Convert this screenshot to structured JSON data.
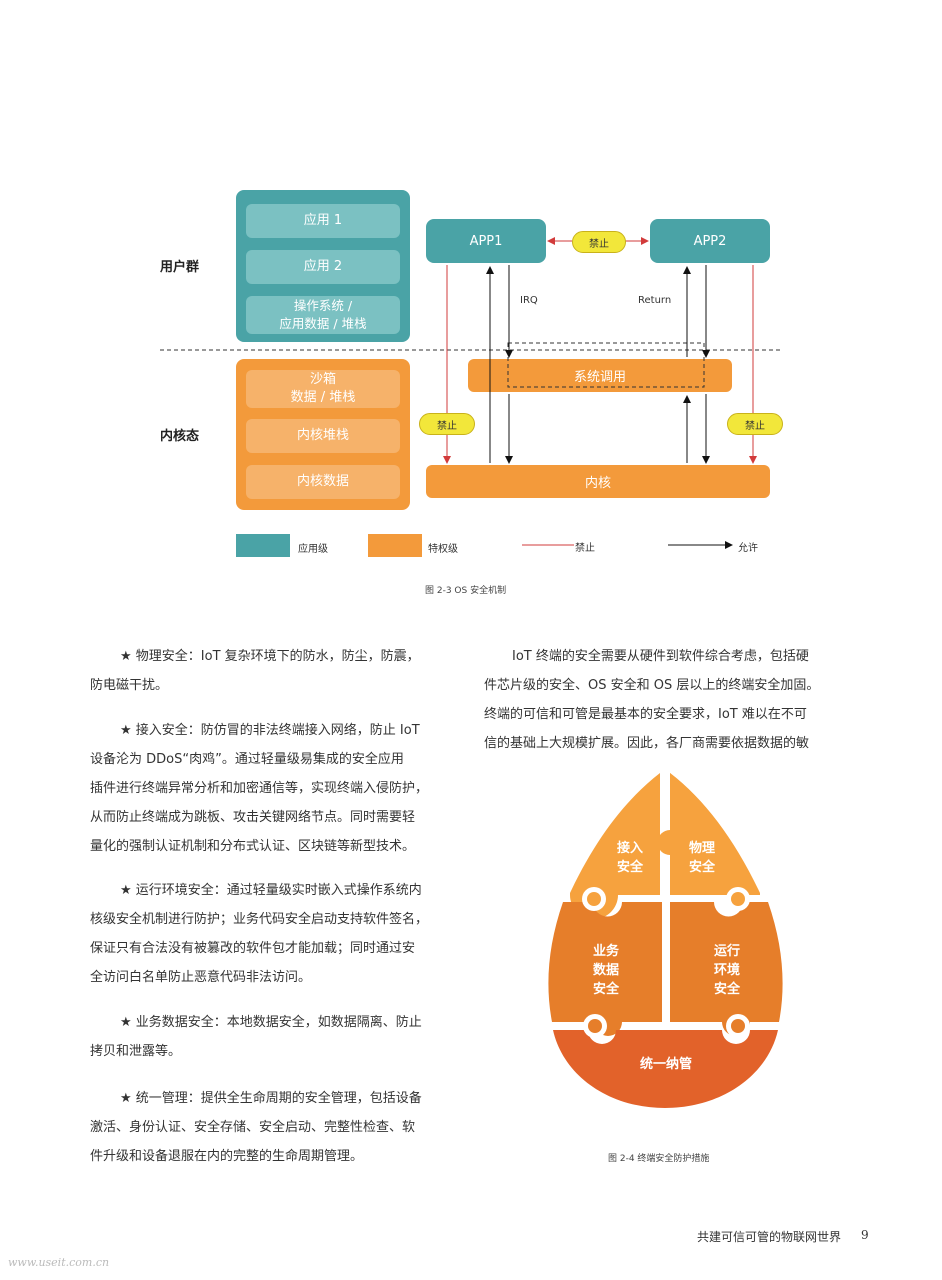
{
  "fig23": {
    "user_group_label": "用户群",
    "kernel_mode_label": "内核态",
    "user_items": [
      "应用 1",
      "应用 2",
      "操作系统 /\n应用数据 / 堆栈"
    ],
    "kernel_items": [
      "沙箱\n数据 / 堆栈",
      "内核堆栈",
      "内核数据"
    ],
    "app1": "APP1",
    "app2": "APP2",
    "syscall": "系统调用",
    "kernel": "内核",
    "forbid": "禁止",
    "irq": "IRQ",
    "return_label": "Return",
    "legend_app": "应用级",
    "legend_priv": "特权级",
    "legend_forbid": "禁止",
    "legend_allow": "允许",
    "caption": "图 2-3 OS 安全机制"
  },
  "left_paragraphs": [
    "★ 物理安全：IoT 复杂环境下的防水，防尘，防震，\n防电磁干扰。",
    "★ 接入安全：防仿冒的非法终端接入网络，防止 IoT\n设备沦为 DDoS“肉鸡”。通过轻量级易集成的安全应用\n插件进行终端异常分析和加密通信等，实现终端入侵防护，\n从而防止终端成为跳板、攻击关键网络节点。同时需要轻\n量化的强制认证机制和分布式认证、区块链等新型技术。",
    "★ 运行环境安全：通过轻量级实时嵌入式操作系统内\n核级安全机制进行防护；业务代码安全启动支持软件签名，\n保证只有合法没有被篡改的软件包才能加载；同时通过安\n全访问白名单防止恶意代码非法访问。",
    "★ 业务数据安全：本地数据安全，如数据隔离、防止\n拷贝和泄露等。",
    "★ 统一管理：提供全生命周期的安全管理，包括设备\n激活、身份认证、安全存储、安全启动、完整性检查、软\n件升级和设备退服在内的完整的生命周期管理。"
  ],
  "right_paragraph": "IoT 终端的安全需要从硬件到软件综合考虑，包括硬\n件芯片级的安全、OS 安全和 OS 层以上的终端安全加固。\n终端的可信和可管是最基本的安全要求，IoT 难以在不可\n信的基础上大规模扩展。因此，各厂商需要依据数据的敏",
  "fig24": {
    "pieces": {
      "access": [
        "接入",
        "安全"
      ],
      "physical": [
        "物理",
        "安全"
      ],
      "business": [
        "业务",
        "数据",
        "安全"
      ],
      "runtime": [
        "运行",
        "环境",
        "安全"
      ],
      "unified": "统一纳管"
    },
    "caption": "图 2-4 终端安全防护措施"
  },
  "footer": {
    "title": "共建可信可管的物联网世界",
    "page": "9"
  },
  "watermark": "www.useit.com.cn",
  "colors": {
    "teal": "#4aa3a6",
    "orange": "#f39a3b",
    "light_orange": "#f6a23e",
    "mid_orange": "#e67e2a",
    "red_orange": "#e2622a"
  }
}
